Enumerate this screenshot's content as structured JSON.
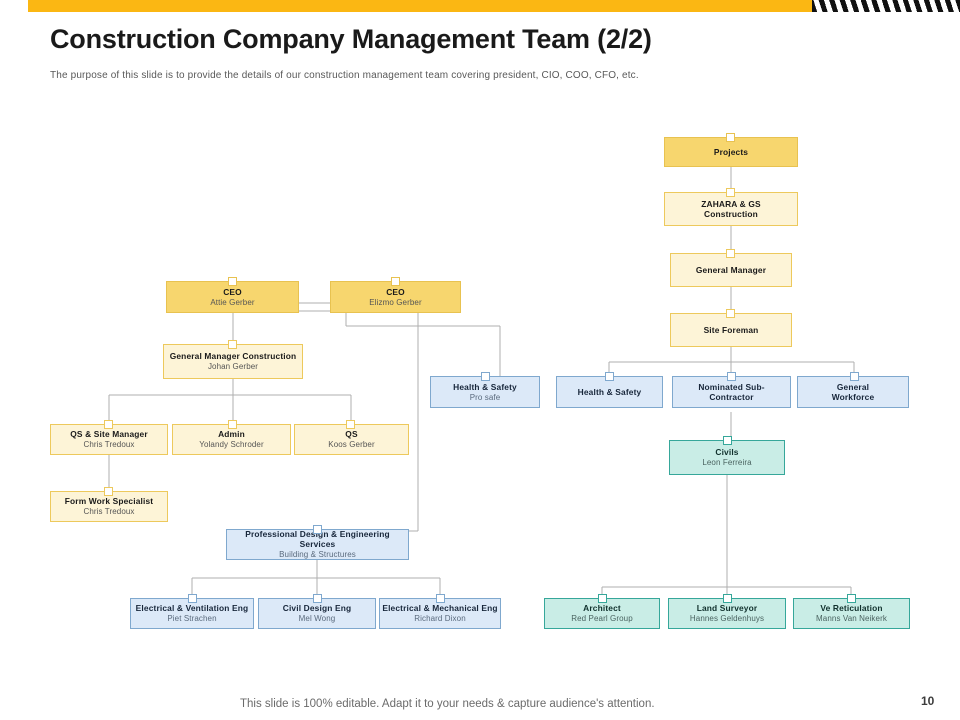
{
  "header": {
    "title": "Construction Company Management Team (2/2)",
    "subtitle": "The purpose of this slide is to provide the details of our construction management team covering president, CIO, COO, CFO, etc."
  },
  "footer": {
    "note": "This slide is 100% editable. Adapt it to your needs & capture audience's attention.",
    "page_number": "10"
  },
  "colors": {
    "accent_bar": "#FBB713",
    "amber_fill": "#F7D66E",
    "amber_border": "#E8C250",
    "cream_fill": "#FDF4D7",
    "cream_border": "#EDC95C",
    "blue_fill": "#DCE9F8",
    "blue_border": "#7FA8CE",
    "teal_fill": "#C9EDE6",
    "teal_border": "#36A79A",
    "connector_line": "#AFAFAF"
  },
  "chart_data": {
    "type": "org-chart",
    "title": "Construction Company Management Team (2/2)",
    "nodes": [
      {
        "id": "projects",
        "title": "Projects",
        "sub": "",
        "theme": "amber"
      },
      {
        "id": "zahara",
        "title": "ZAHARA & GS",
        "sub": "Construction",
        "theme": "cream",
        "title2": "Construction"
      },
      {
        "id": "gen-manager",
        "title": "General Manager",
        "sub": "",
        "theme": "cream"
      },
      {
        "id": "site-foreman",
        "title": "Site Foreman",
        "sub": "",
        "theme": "cream"
      },
      {
        "id": "hs-prosafe",
        "title": "Health  & Safety",
        "sub": "Pro safe",
        "theme": "blue"
      },
      {
        "id": "hs-plain",
        "title": "Health & Safety",
        "sub": "",
        "theme": "blue"
      },
      {
        "id": "nominated-sub",
        "title": "Nominated Sub-",
        "sub": "",
        "theme": "blue",
        "title2": "Contractor"
      },
      {
        "id": "general-wf",
        "title": "General",
        "sub": "",
        "theme": "blue",
        "title2": "Workforce"
      },
      {
        "id": "civils",
        "title": "Civils",
        "sub": "Leon Ferreira",
        "theme": "teal"
      },
      {
        "id": "ceo-1",
        "title": "CEO",
        "sub": "Attie Gerber",
        "theme": "amber"
      },
      {
        "id": "ceo-2",
        "title": "CEO",
        "sub": "Elizmo Gerber",
        "theme": "amber"
      },
      {
        "id": "gmc",
        "title": "General Manager Construction",
        "sub": "Johan Gerber",
        "theme": "cream"
      },
      {
        "id": "qs-site-mgr",
        "title": "QS & Site  Manager",
        "sub": "Chris Tredoux",
        "theme": "cream"
      },
      {
        "id": "admin",
        "title": "Admin",
        "sub": "Yolandy Schroder",
        "theme": "cream"
      },
      {
        "id": "qs",
        "title": "QS",
        "sub": "Koos Gerber",
        "theme": "cream"
      },
      {
        "id": "form-work",
        "title": "Form Work Specialist",
        "sub": "Chris Tredoux",
        "theme": "cream"
      },
      {
        "id": "pdes",
        "title": "Professional Design & Engineering  Services",
        "sub": "Building & Structures",
        "theme": "blue"
      },
      {
        "id": "elec-vent",
        "title": "Electrical  & Ventilation  Eng",
        "sub": "Piet Strachen",
        "theme": "blue"
      },
      {
        "id": "civil-design",
        "title": "Civil Design Eng",
        "sub": "Mel Wong",
        "theme": "blue"
      },
      {
        "id": "elec-mech",
        "title": "Electrical  & Mechanical Eng",
        "sub": "Richard Dixon",
        "theme": "blue"
      },
      {
        "id": "architect",
        "title": "Architect",
        "sub": "Red Pearl Group",
        "theme": "teal"
      },
      {
        "id": "land-surveyor",
        "title": "Land Surveyor",
        "sub": "Hannes Geldenhuys",
        "theme": "teal"
      },
      {
        "id": "ve-retic",
        "title": "Ve Reticulation",
        "sub": "Manns Van Neikerk",
        "theme": "teal"
      }
    ],
    "edges": [
      {
        "from": "projects",
        "to": "zahara"
      },
      {
        "from": "zahara",
        "to": "gen-manager"
      },
      {
        "from": "gen-manager",
        "to": "site-foreman"
      },
      {
        "from": "site-foreman",
        "to": "hs-plain"
      },
      {
        "from": "site-foreman",
        "to": "nominated-sub"
      },
      {
        "from": "site-foreman",
        "to": "general-wf"
      },
      {
        "from": "site-foreman",
        "to": "civils"
      },
      {
        "from": "ceo-1",
        "to": "gmc"
      },
      {
        "from": "ceo-1",
        "to": "hs-prosafe"
      },
      {
        "from": "ceo-1",
        "to": "pdes"
      },
      {
        "from": "gmc",
        "to": "qs-site-mgr"
      },
      {
        "from": "gmc",
        "to": "admin"
      },
      {
        "from": "gmc",
        "to": "qs"
      },
      {
        "from": "qs-site-mgr",
        "to": "form-work"
      },
      {
        "from": "pdes",
        "to": "elec-vent"
      },
      {
        "from": "pdes",
        "to": "civil-design"
      },
      {
        "from": "pdes",
        "to": "elec-mech"
      },
      {
        "from": "civils",
        "to": "architect"
      },
      {
        "from": "civils",
        "to": "land-surveyor"
      },
      {
        "from": "civils",
        "to": "ve-retic"
      }
    ]
  }
}
